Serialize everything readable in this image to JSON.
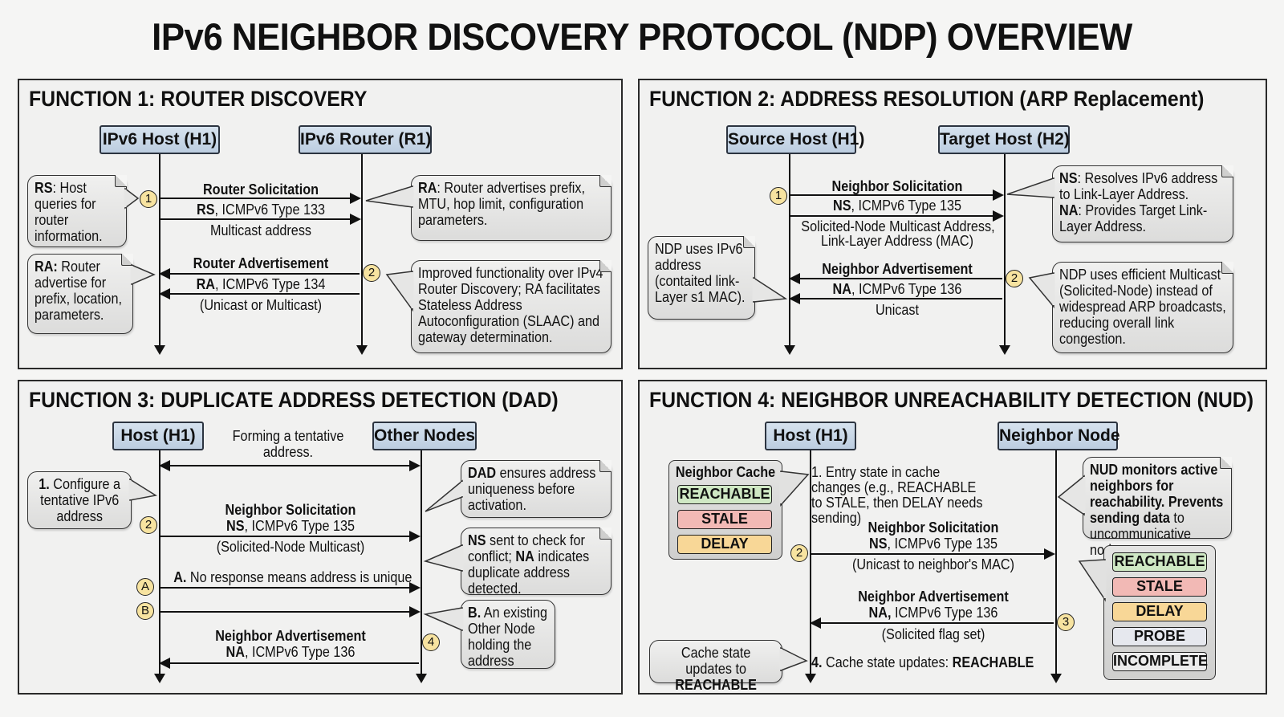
{
  "title": "IPv6 NEIGHBOR DISCOVERY PROTOCOL (NDP) OVERVIEW",
  "colors": {
    "actor_fill": "#c9d7e7",
    "step_marker": "#f7e3a0",
    "reachable": "#cfe8c4",
    "stale": "#f2b9b5",
    "delay": "#f8d797",
    "probe": "#e6e8ee",
    "incomplete": "#ececec"
  },
  "panels": {
    "f1": {
      "title": "FUNCTION 1: ROUTER DISCOVERY",
      "actors": [
        "IPv6 Host (H1)",
        "IPv6 Router (R1)"
      ],
      "msg1": {
        "title": "Router Solicitation",
        "abbr": "RS",
        "type": ", ICMPv6 Type 133",
        "note": "Multicast address"
      },
      "msg2": {
        "title": "Router Advertisement",
        "abbr": "RA",
        "type": ", ICMPv6 Type 134",
        "note": "(Unicast or Multicast)"
      },
      "steps": [
        "1",
        "2"
      ],
      "notes": {
        "rs_bold": "RS",
        "rs_text": ": Host queries for router information.",
        "ra_bold": "RA:",
        "ra_text": " Router advertise for prefix, location, parameters.",
        "ra_right_bold": "RA",
        "ra_right_text": ": Router advertises prefix, MTU, hop limit, configuration parameters.",
        "improved": "Improved functionality over IPv4 Router Discovery; RA facilitates Stateless Address Autoconfiguration (SLAAC) and gateway determination."
      }
    },
    "f2": {
      "title": "FUNCTION 2: ADDRESS RESOLUTION (ARP Replacement)",
      "actors": [
        "Source Host (H1)",
        "Target Host (H2)"
      ],
      "msg1": {
        "title": "Neighbor Solicitation",
        "abbr": "NS",
        "type": ", ICMPv6 Type 135",
        "note1": "Solicited-Node Multicast Address,",
        "note2": "Link-Layer Address (MAC)"
      },
      "msg2": {
        "title": "Neighbor Advertisement",
        "abbr": "NA",
        "type": ", ICMPv6 Type 136",
        "note": "Unicast"
      },
      "steps": [
        "1",
        "2"
      ],
      "notes": {
        "ns_bold": "NS",
        "ns_text": ": Resolves IPv6 address to Link-Layer Address.",
        "na_bold": "NA",
        "na_text": ": Provides Target Link-Layer Address.",
        "ndp_left": "NDP uses IPv6 address (contaited link-Layer s1 MAC).",
        "efficient": "NDP uses efficient Multicast (Solicited-Node) instead of widespread ARP broadcasts, reducing overall link congestion."
      }
    },
    "f3": {
      "title": "FUNCTION 3: DUPLICATE ADDRESS DETECTION (DAD)",
      "actors": [
        "Host (H1)",
        "Other Nodes"
      ],
      "forming": "Forming a tentative address.",
      "msg1": {
        "title": "Neighbor Solicitation",
        "abbr": "NS",
        "type": ", ICMPv6 Type 135",
        "note": "(Solicited-Node Multicast)"
      },
      "msgA": {
        "bold": "A.",
        "text": " No response means address is unique"
      },
      "msg2": {
        "title": "Neighbor Advertisement",
        "abbr": "NA",
        "type": ", ICMPv6 Type 136"
      },
      "steps": [
        "2",
        "A",
        "B",
        "4"
      ],
      "notes": {
        "configure_bold": "1.",
        "configure_text": " Configure a tentative IPv6 address",
        "dad_bold": "DAD",
        "dad_text": " ensures address uniqueness before activation.",
        "ns_bold": "NS",
        "ns_text1": " sent to check for conflict; ",
        "na_bold": "NA",
        "ns_text2": " indicates duplicate address detected.",
        "b_bold": "B.",
        "b_text": " An existing Other Node holding the address"
      }
    },
    "f4": {
      "title": "FUNCTION 4: NEIGHBOR UNREACHABILITY DETECTION (NUD)",
      "actors": [
        "Host (H1)",
        "Neighbor Node"
      ],
      "cache_title": "Neighbor Cache",
      "cache_states": [
        "REACHABLE",
        "STALE",
        "DELAY"
      ],
      "entry_note": "1. Entry state in cache changes (e.g., REACHABLE to STALE, then DELAY needs sending)",
      "msg1": {
        "title": "Neighbor Solicitation",
        "abbr": "NS",
        "type": ", ICMPv6 Type 135",
        "note": "(Unicast to neighbor's MAC)"
      },
      "msg2": {
        "title": "Neighbor Advertisement",
        "abbr": "NA,",
        "type": " ICMPv6 Type 136",
        "note": "(Solicited flag set)"
      },
      "step4": {
        "bold_num": "4.",
        "text": " Cache state updates: ",
        "bold_state": "REACHABLE"
      },
      "steps": [
        "2",
        "3"
      ],
      "notes": {
        "nud_bold": "NUD monitors active neighbors for reachability. Prevents sending data",
        "nud_text": " to uncommunicative nodes.",
        "cache_update_text": "Cache state updates to ",
        "cache_update_bold": "REACHABLE"
      },
      "all_states": [
        "REACHABLE",
        "STALE",
        "DELAY",
        "PROBE",
        "INCOMPLETE"
      ]
    }
  }
}
